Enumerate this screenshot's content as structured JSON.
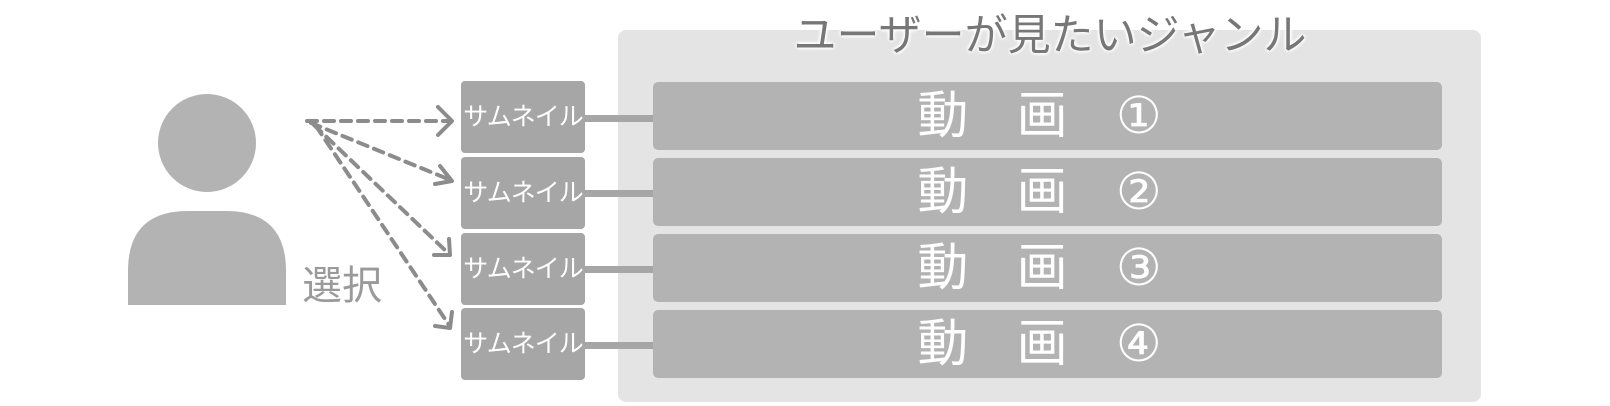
{
  "diagram": {
    "genre_title": "ユーザーが見たいジャンル",
    "select_label": "選択",
    "thumbnails": [
      "サムネイル",
      "サムネイル",
      "サムネイル",
      "サムネイル"
    ],
    "videos": [
      "動 画 ①",
      "動 画 ②",
      "動 画 ③",
      "動 画 ④"
    ],
    "icons": {
      "user": "user-icon",
      "arrow": "dashed-arrow"
    },
    "colors": {
      "panel": "#e4e4e4",
      "row": "#b3b3b3",
      "thumbnail": "#a6a6a6",
      "user_icon": "#b3b3b3",
      "arrow": "#8c8c8c",
      "text_on_block": "#ffffff",
      "title_text": "#777777"
    }
  }
}
